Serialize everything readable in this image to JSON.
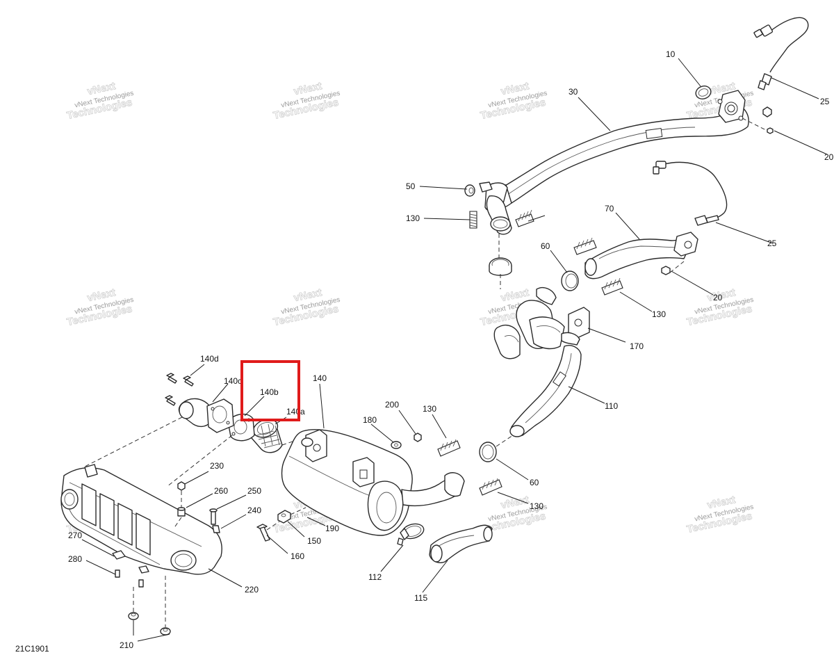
{
  "diagram": {
    "code": "21C1901",
    "watermark": {
      "line1": "vNext",
      "line2": "vNext Technologies",
      "line3": "Technologies"
    },
    "highlight_color": "#e01b1b",
    "callouts": [
      "10",
      "30",
      "25",
      "20",
      "50",
      "130",
      "70",
      "25",
      "60",
      "20",
      "130",
      "170",
      "110",
      "140d",
      "140c",
      "140b",
      "140a",
      "140",
      "200",
      "180",
      "130",
      "60",
      "130",
      "230",
      "260",
      "250",
      "240",
      "270",
      "280",
      "160",
      "150",
      "190",
      "112",
      "115",
      "220",
      "210"
    ],
    "highlighted_callout": "140b"
  }
}
